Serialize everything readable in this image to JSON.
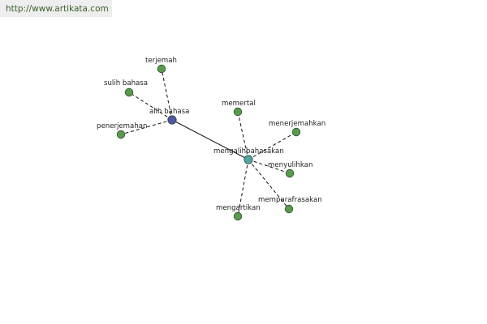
{
  "source": {
    "url_text": "http://www.artikata.com"
  },
  "colors": {
    "leaf_node": "#5a9a4d",
    "root_node": "#4b56a6",
    "hub_node": "#54a3a6",
    "node_stroke": "#2f4f2f",
    "edge": "#111111",
    "banner_bg": "#eeeeee",
    "banner_text": "#3a5f2a"
  },
  "graph": {
    "nodes": [
      {
        "id": "alih-bahasa",
        "label": "alih bahasa",
        "kind": "root"
      },
      {
        "id": "mengalihbahasakan",
        "label": "mengalihbahasakan",
        "kind": "hub"
      },
      {
        "id": "terjemah",
        "label": "terjemah",
        "kind": "leaf"
      },
      {
        "id": "sulih-bahasa",
        "label": "sulih bahasa",
        "kind": "leaf"
      },
      {
        "id": "penerjemahan",
        "label": "penerjemahan",
        "kind": "leaf"
      },
      {
        "id": "memertal",
        "label": "memertal",
        "kind": "leaf"
      },
      {
        "id": "menerjemahkan",
        "label": "menerjemahkan",
        "kind": "leaf"
      },
      {
        "id": "menyulihkan",
        "label": "menyulihkan",
        "kind": "leaf"
      },
      {
        "id": "memparafrasakan",
        "label": "memparafrasakan",
        "kind": "leaf"
      },
      {
        "id": "mengartikan",
        "label": "mengartikan",
        "kind": "leaf"
      }
    ],
    "edges": [
      {
        "from": "alih-bahasa",
        "to": "mengalihbahasakan",
        "style": "solid"
      },
      {
        "from": "alih-bahasa",
        "to": "terjemah",
        "style": "dashed"
      },
      {
        "from": "alih-bahasa",
        "to": "sulih-bahasa",
        "style": "dashed"
      },
      {
        "from": "alih-bahasa",
        "to": "penerjemahan",
        "style": "dashed"
      },
      {
        "from": "mengalihbahasakan",
        "to": "memertal",
        "style": "dashed"
      },
      {
        "from": "mengalihbahasakan",
        "to": "menerjemahkan",
        "style": "dashed"
      },
      {
        "from": "mengalihbahasakan",
        "to": "menyulihkan",
        "style": "dashed"
      },
      {
        "from": "mengalihbahasakan",
        "to": "memparafrasakan",
        "style": "dashed"
      },
      {
        "from": "mengalihbahasakan",
        "to": "mengartikan",
        "style": "dashed"
      }
    ]
  }
}
